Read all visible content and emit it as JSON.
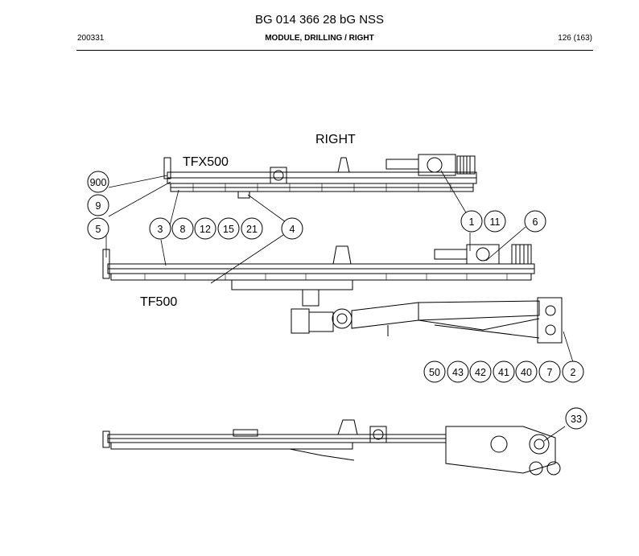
{
  "header": {
    "title": "BG 014 366 28 bG NSS",
    "code": "200331",
    "section": "MODULE, DRILLING / RIGHT",
    "page": "126 (163)"
  },
  "labels": {
    "right": "RIGHT",
    "tfx500": "TFX500",
    "tf500": "TF500"
  },
  "callouts": [
    "900",
    "9",
    "5",
    "3",
    "8",
    "12",
    "15",
    "21",
    "4",
    "1",
    "11",
    "6",
    "50",
    "43",
    "42",
    "41",
    "40",
    "7",
    "2",
    "33"
  ]
}
